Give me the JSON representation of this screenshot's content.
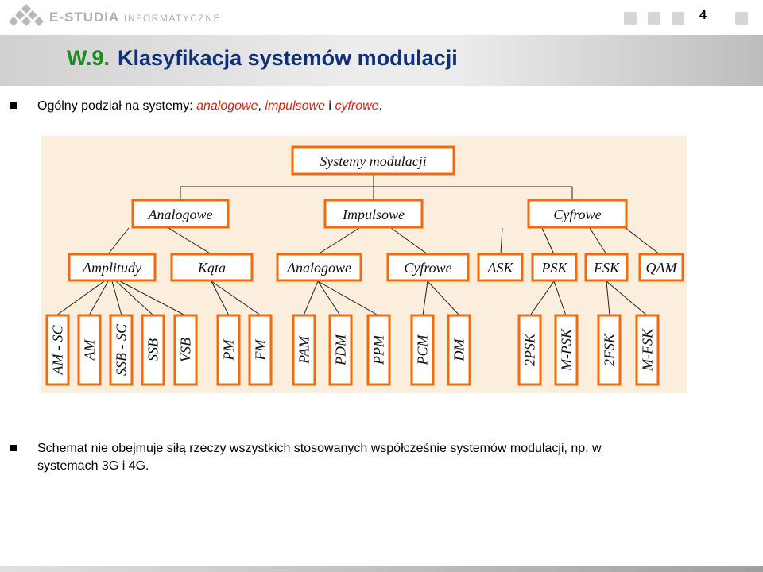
{
  "header": {
    "brand_main": "E-STUDIA",
    "brand_sub": "INFORMATYCZNE",
    "logo_icon": "diamond-grid-logo",
    "page_number": "4"
  },
  "title": {
    "number": "W.9.",
    "text": "Klasyfikacja systemów modulacji"
  },
  "bullets": {
    "first": {
      "prefix": "Ogólny podział na systemy: ",
      "term1": "analogowe",
      "sep1": ", ",
      "term2": "impulsowe",
      "sep2": " i ",
      "term3": "cyfrowe",
      "suffix": "."
    },
    "second": {
      "line1": "Schemat nie obejmuje siłą rzeczy wszystkich stosowanych współcześnie systemów modulacji, np. w",
      "line2": "systemach 3G i 4G."
    }
  },
  "diagram": {
    "root": "Systemy modulacji",
    "level1": [
      "Analogowe",
      "Impulsowe",
      "Cyfrowe"
    ],
    "level2": [
      "Amplitudy",
      "Kąta",
      "Analogowe",
      "Cyfrowe",
      "ASK",
      "PSK",
      "FSK",
      "QAM"
    ],
    "leaves": [
      "AM - SC",
      "AM",
      "SSB - SC",
      "SSB",
      "VSB",
      "PM",
      "FM",
      "PAM",
      "PDM",
      "PPM",
      "PCM",
      "DM",
      "2PSK",
      "M-PSK",
      "2FSK",
      "M-FSK"
    ],
    "colors": {
      "background": "#fbeedd",
      "border": "#f26a0a",
      "line": "#222222"
    }
  },
  "colors": {
    "title_number": "#1e8c1e",
    "title_text": "#10307a",
    "highlight": "#e0200b"
  }
}
